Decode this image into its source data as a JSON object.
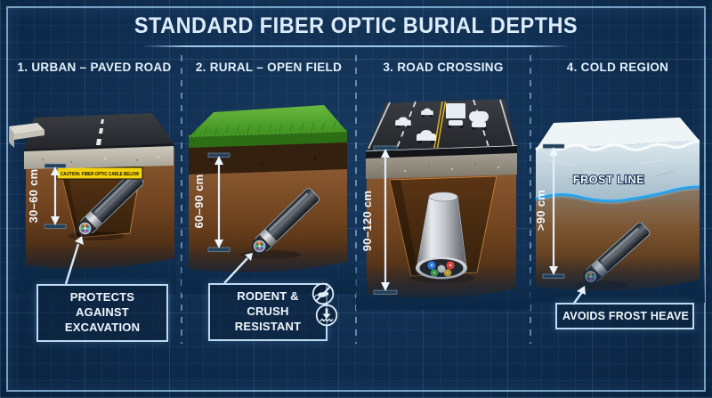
{
  "title": "STANDARD FIBER OPTIC BURIAL DEPTHS",
  "panels": [
    {
      "heading": "1. URBAN – PAVED ROAD",
      "depth": "30–60 cm",
      "tape": "CAUTION: FIBER OPTIC CABLE BELOW",
      "caption": "PROTECTS AGAINST EXCAVATION"
    },
    {
      "heading": "2. RURAL – OPEN FIELD",
      "depth": "60–90 cm",
      "caption": "RODENT & CRUSH RESISTANT",
      "icons": [
        "no-rodent-icon",
        "crush-resistant-icon"
      ]
    },
    {
      "heading": "3. ROAD CROSSING",
      "depth": "90–120 cm"
    },
    {
      "heading": "4. COLD REGION",
      "depth": ">90 cm",
      "frost_line": "FROST LINE",
      "caption": "AVOIDS FROST HEAVE"
    }
  ],
  "colors": {
    "background": "#102e50",
    "accent": "#bedaf0",
    "frost_line": "#2aa2ea",
    "caution_yellow": "#f2d30c"
  }
}
